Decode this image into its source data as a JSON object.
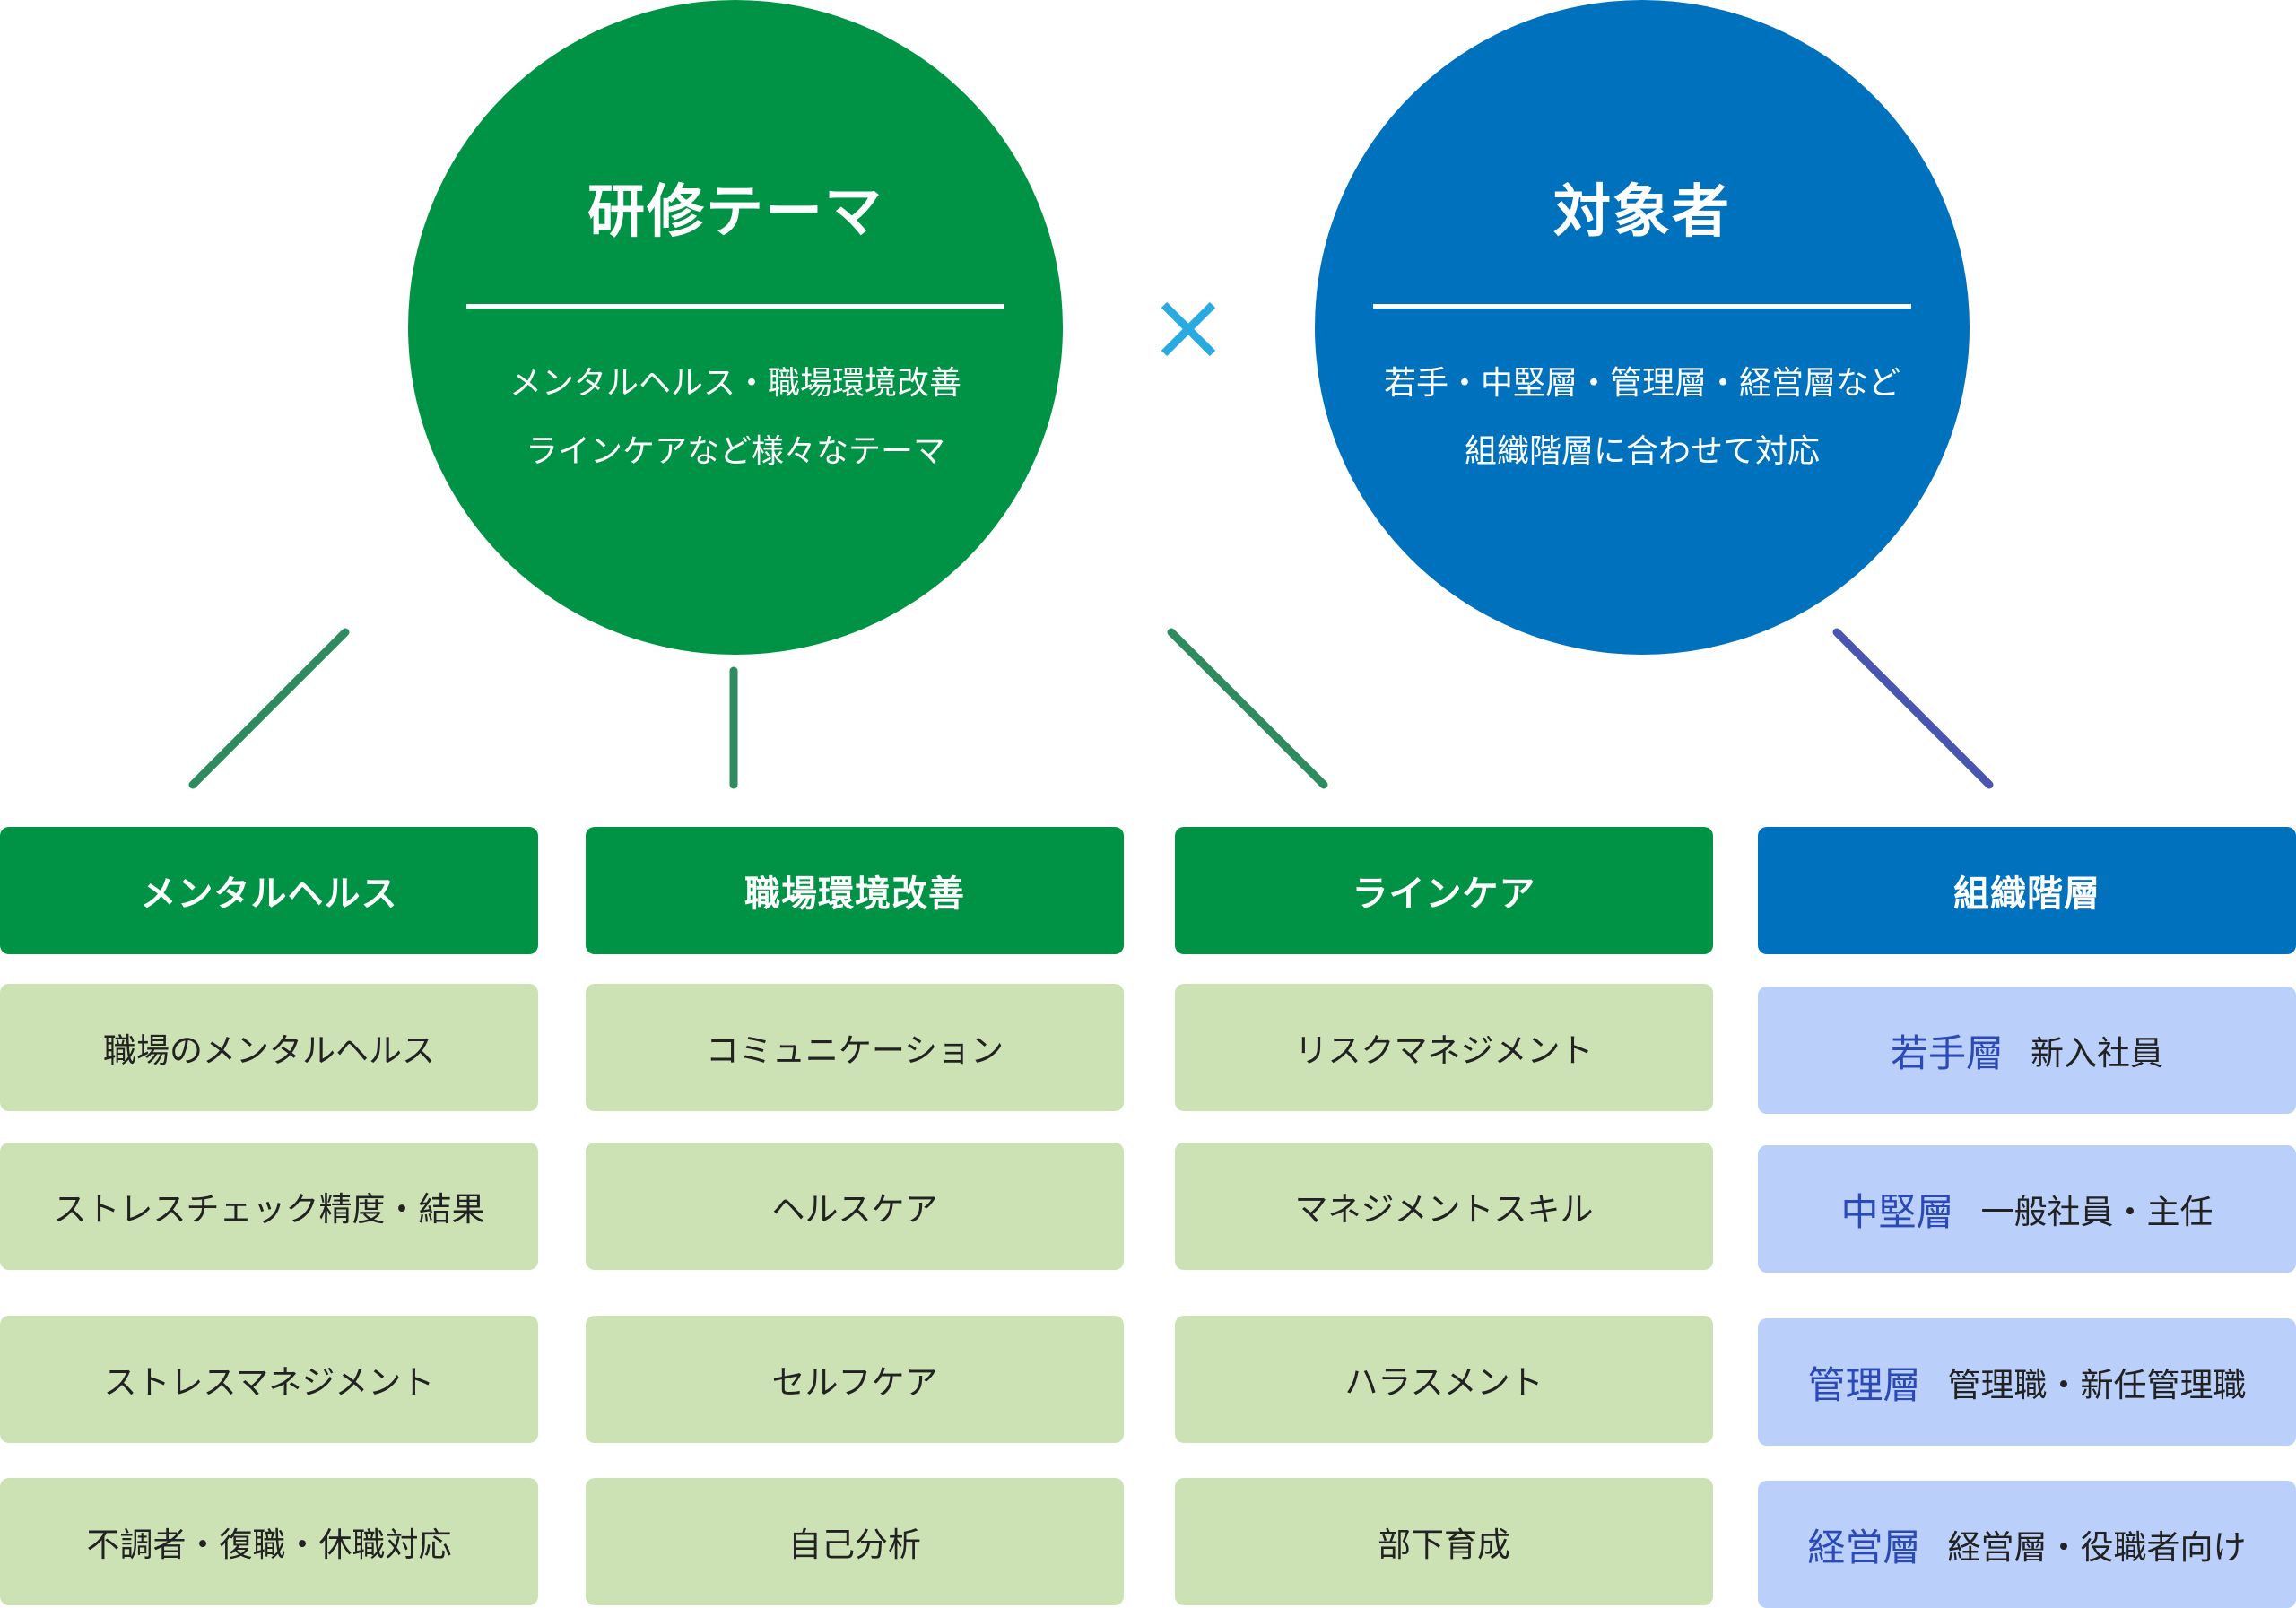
{
  "circles": {
    "theme": {
      "title": "研修テーマ",
      "line1": "メンタルヘルス・職場環境改善",
      "line2": "ラインケアなど様々なテーマ",
      "color": "#009245"
    },
    "target": {
      "title": "対象者",
      "line1": "若手・中堅層・管理層・経営層など",
      "line2": "組織階層に合わせて対応",
      "color": "#0071bc"
    }
  },
  "times_icon": "multiply-icon",
  "columns": [
    {
      "header": "メンタルヘルス",
      "items": [
        "職場のメンタルヘルス",
        "ストレスチェック精度・結果",
        "ストレスマネジメント",
        "不調者・復職・休職対応"
      ]
    },
    {
      "header": "職場環境改善",
      "items": [
        "コミュニケーション",
        "ヘルスケア",
        "セルフケア",
        "自己分析"
      ]
    },
    {
      "header": "ラインケア",
      "items": [
        "リスクマネジメント",
        "マネジメントスキル",
        "ハラスメント",
        "部下育成"
      ]
    },
    {
      "header": "組織階層",
      "items": [
        {
          "level": "若手層",
          "desc": "新入社員"
        },
        {
          "level": "中堅層",
          "desc": "一般社員・主任"
        },
        {
          "level": "管理層",
          "desc": "管理職・新任管理職"
        },
        {
          "level": "経営層",
          "desc": "経営層・役職者向け"
        }
      ]
    }
  ],
  "colors": {
    "green": "#009245",
    "blue": "#0071bc",
    "light_green": "#cce2b5",
    "light_blue": "#bad0fa",
    "level_text": "#2b4ab8",
    "times": "#29abe2",
    "connector_green": "#2e8b5f",
    "connector_blue": "#4a55b0"
  }
}
